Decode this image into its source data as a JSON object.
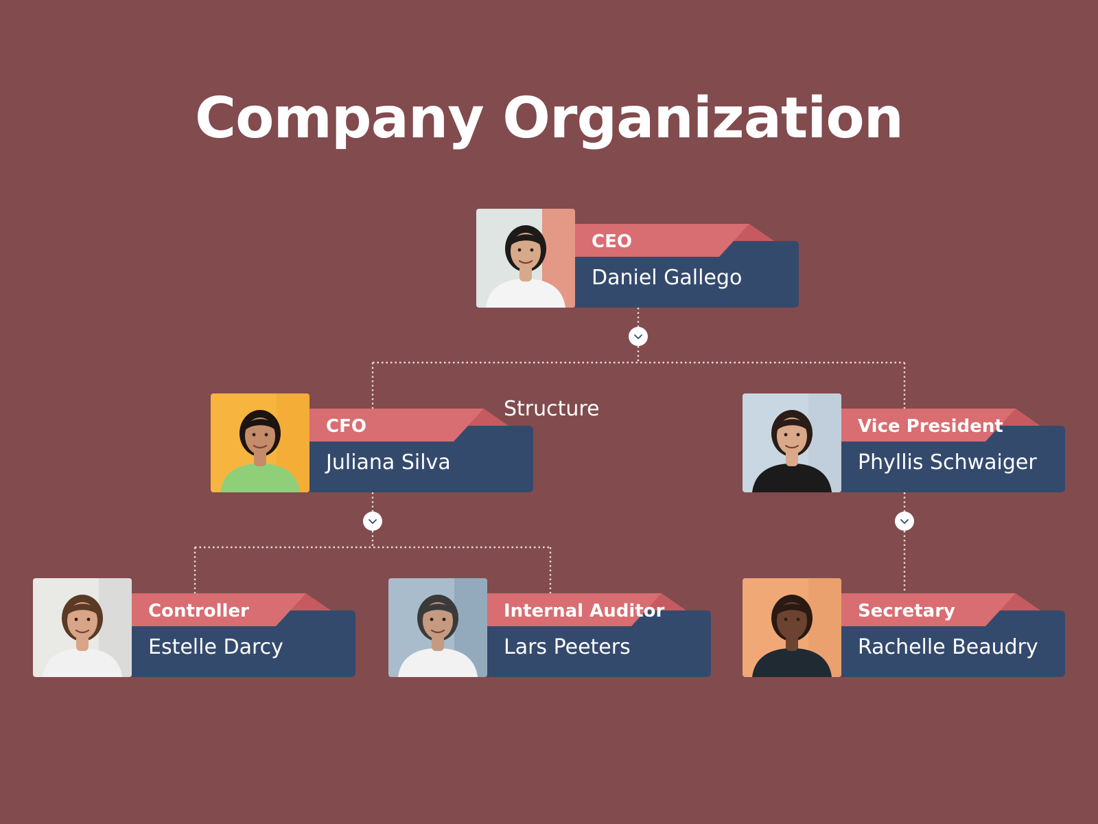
{
  "title": "Company Organization",
  "side_label": "Structure",
  "colors": {
    "background": "#824b4e",
    "role_banner": "#d86d72",
    "role_banner_fold": "#c55a60",
    "name_panel": "#344a6d",
    "connector": "#e8d9da",
    "toggle_fill": "#ffffff",
    "toggle_icon": "#344a6d"
  },
  "nodes": [
    {
      "id": "ceo",
      "role": "CEO",
      "name": "Daniel Gallego",
      "photo_bg": "#dfe5e2",
      "photo_accent": "#e85a3a",
      "skin": "#d6a98a",
      "hair": "#1e1a18",
      "shirt": "#f4f4f4"
    },
    {
      "id": "cfo",
      "role": "CFO",
      "name": "Juliana Silva",
      "photo_bg": "#f7b540",
      "photo_accent": "#f2a52e",
      "skin": "#c58c6a",
      "hair": "#1b1411",
      "shirt": "#8fcf7a"
    },
    {
      "id": "vp",
      "role": "Vice President",
      "name": "Phyllis Schwaiger",
      "photo_bg": "#c9d7e2",
      "photo_accent": "#b8c9d6",
      "skin": "#d9a98a",
      "hair": "#2a1c16",
      "shirt": "#1b1b1b"
    },
    {
      "id": "controller",
      "role": "Controller",
      "name": "Estelle Darcy",
      "photo_bg": "#e9e9e6",
      "photo_accent": "#cfcfcf",
      "skin": "#d8a588",
      "hair": "#5a3a24",
      "shirt": "#f1f1f1"
    },
    {
      "id": "auditor",
      "role": "Internal Auditor",
      "name": "Lars Peeters",
      "photo_bg": "#a9bccb",
      "photo_accent": "#7f9ab0",
      "skin": "#c69a80",
      "hair": "#3a3a3a",
      "shirt": "#f2f2f2"
    },
    {
      "id": "secretary",
      "role": "Secretary",
      "name": "Rachelle Beaudry",
      "photo_bg": "#f0a877",
      "photo_accent": "#e89a68",
      "skin": "#6b4330",
      "hair": "#2a1a12",
      "shirt": "#1f2a33"
    }
  ],
  "edges": [
    {
      "from": "ceo",
      "to": "cfo"
    },
    {
      "from": "ceo",
      "to": "vp"
    },
    {
      "from": "cfo",
      "to": "controller"
    },
    {
      "from": "cfo",
      "to": "auditor"
    },
    {
      "from": "vp",
      "to": "secretary"
    }
  ],
  "icons": {
    "toggle": "chevron-down-icon"
  }
}
